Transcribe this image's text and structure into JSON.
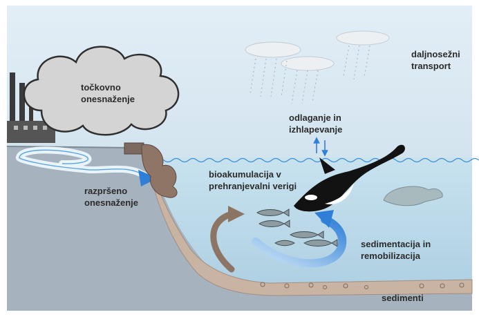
{
  "labels": {
    "point_pollution": [
      "točkovno",
      "onesnaženje"
    ],
    "diffuse_pollution": [
      "razpršeno",
      "onesnaženje"
    ],
    "long_range_transport": [
      "daljnosežni",
      "transport"
    ],
    "deposition_evaporation": [
      "odlaganje in",
      "izhlapevanje"
    ],
    "bioaccumulation": [
      "bioakumulacija v",
      "prehranjevalni verigi"
    ],
    "sedimentation": [
      "sedimentacija in",
      "remobilizacija"
    ],
    "sediments": "sedimenti"
  },
  "icons": {
    "factory": "factory-icon",
    "smoke": "smoke-cloud-icon",
    "rain_clouds": "rain-cloud-icon",
    "orca": "orca-icon",
    "seal": "seal-icon",
    "fish": "fish-icon",
    "pipe": "outflow-pipe-icon"
  },
  "colors": {
    "sky": "#dbe8f2",
    "water": "#bfdbe9",
    "land": "#a9b4bf",
    "sediment": "#c8b2a1",
    "arrow_blue": "#2f7fd8",
    "arrow_brown": "#8d7566",
    "text": "#2b2b2b"
  }
}
